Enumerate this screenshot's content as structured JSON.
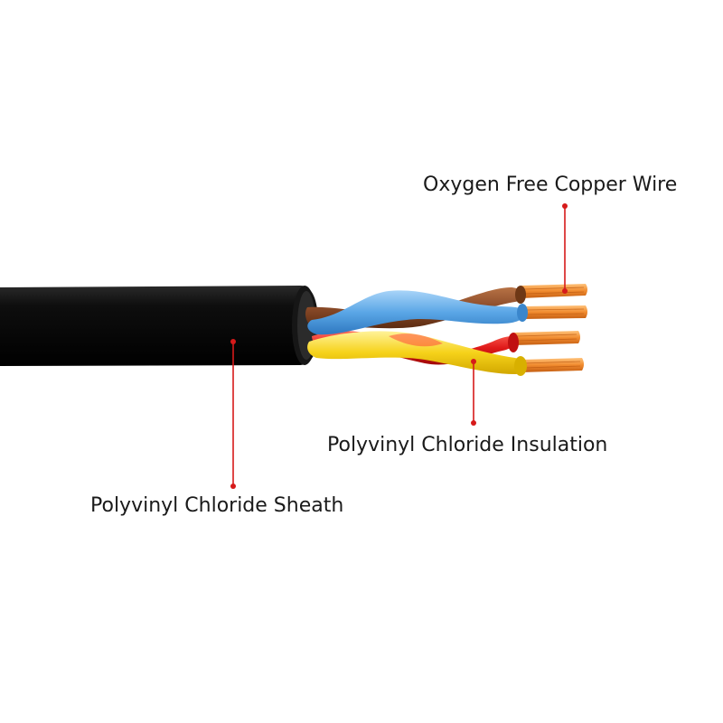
{
  "callouts": {
    "copper": "Oxygen Free Copper Wire",
    "insulation": "Polyvinyl Chloride Insulation",
    "sheath": "Polyvinyl Chloride Sheath"
  },
  "colors": {
    "sheath": "#0b0b0b",
    "conductor_brown": "#8a4a28",
    "conductor_blue": "#5aa6e6",
    "conductor_red": "#e01a1a",
    "conductor_yellow": "#f6d21a",
    "copper": "#f08a2e",
    "leader_line": "#d61a1a"
  }
}
